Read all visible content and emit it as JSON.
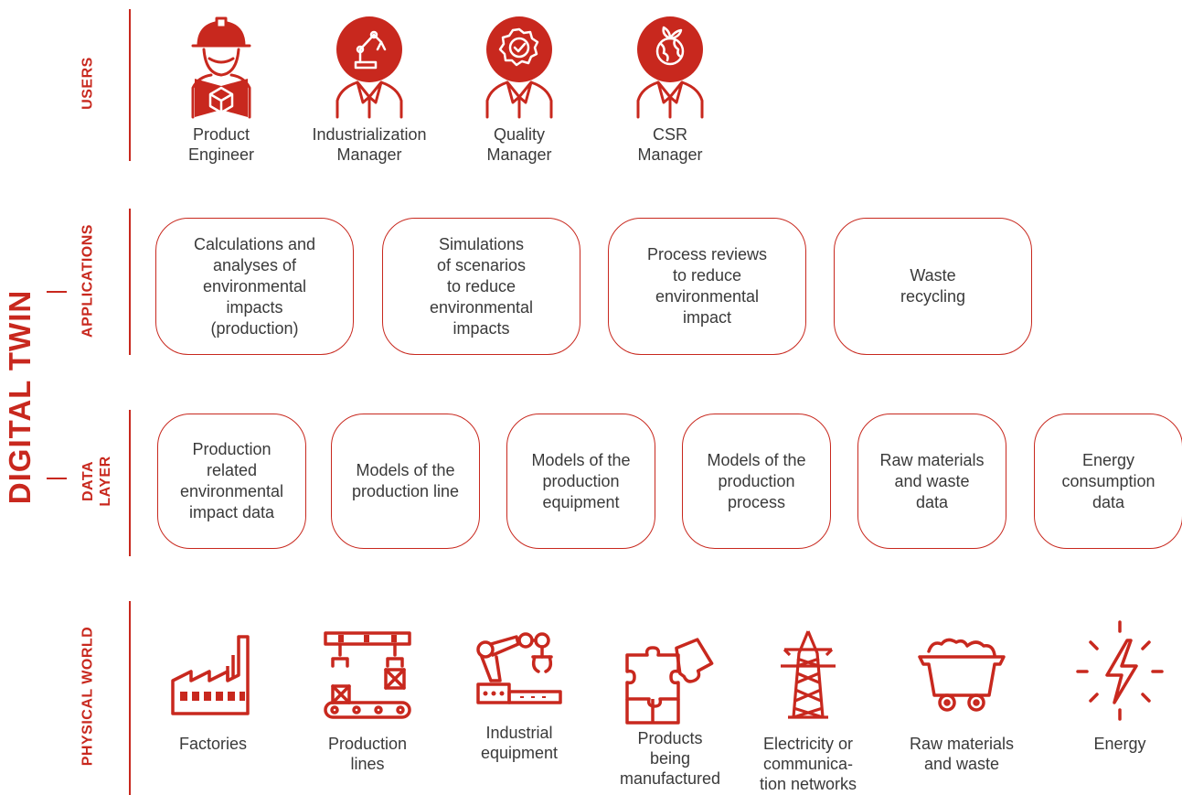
{
  "title": "DIGITAL TWIN",
  "sections": {
    "users": "USERS",
    "applications": "APPLICATIONS",
    "data_layer_line1": "DATA",
    "data_layer_line2": "LAYER",
    "physical": "PHYSICAL WORLD"
  },
  "users": [
    {
      "label_1": "Product",
      "label_2": "Engineer",
      "icon": "product-engineer-icon"
    },
    {
      "label_1": "Industrialization",
      "label_2": "Manager",
      "icon": "industrialization-manager-icon"
    },
    {
      "label_1": "Quality",
      "label_2": "Manager",
      "icon": "quality-manager-icon"
    },
    {
      "label_1": "CSR",
      "label_2": "Manager",
      "icon": "csr-manager-icon"
    }
  ],
  "applications": [
    [
      "Calculations and",
      "analyses of",
      "environmental",
      "impacts",
      "(production)"
    ],
    [
      "Simulations",
      "of scenarios",
      "to reduce",
      "environmental",
      "impacts"
    ],
    [
      "Process reviews",
      "to reduce",
      "environmental",
      "impact"
    ],
    [
      "Waste",
      "recycling"
    ]
  ],
  "data_layer": [
    [
      "Production",
      "related",
      "environmental",
      "impact data"
    ],
    [
      "Models of the",
      "production line"
    ],
    [
      "Models of the",
      "production",
      "equipment"
    ],
    [
      "Models of the",
      "production",
      "process"
    ],
    [
      "Raw materials",
      "and waste",
      "data"
    ],
    [
      "Energy",
      "consumption",
      "data"
    ]
  ],
  "physical": [
    {
      "label_1": "Factories",
      "label_2": "",
      "label_3": "",
      "icon": "factory-icon"
    },
    {
      "label_1": "Production",
      "label_2": "lines",
      "label_3": "",
      "icon": "production-line-icon"
    },
    {
      "label_1": "Industrial",
      "label_2": "equipment",
      "label_3": "",
      "icon": "robot-arm-icon"
    },
    {
      "label_1": "Products",
      "label_2": "being",
      "label_3": "manufactured",
      "icon": "puzzle-icon"
    },
    {
      "label_1": "Electricity or",
      "label_2": "communica-",
      "label_3": "tion networks",
      "icon": "power-tower-icon"
    },
    {
      "label_1": "Raw materials",
      "label_2": "and waste",
      "label_3": "",
      "icon": "mine-cart-icon"
    },
    {
      "label_1": "Energy",
      "label_2": "",
      "label_3": "",
      "icon": "lightning-icon"
    }
  ],
  "colors": {
    "accent": "#c8281e",
    "text": "#3a3a3a"
  }
}
